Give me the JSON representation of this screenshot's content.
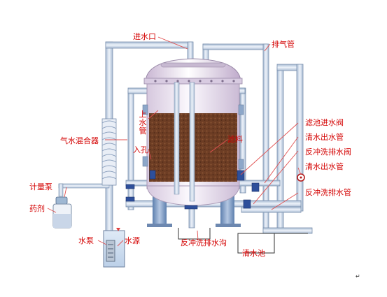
{
  "labels": {
    "inlet": "进水口",
    "vent_pipe": "排气管",
    "upper_pipe": "上水管",
    "mixer": "气水混合器",
    "filter_media": "滤料",
    "manhole": "入孔",
    "filter_inlet_valve": "滤池进水阀",
    "clean_outlet_pipe_1": "清水出水管",
    "backwash_drain_valve": "反冲洗排水阀",
    "clean_outlet_pipe_2": "清水出水管",
    "backwash_drain_pipe": "反冲洗排水管",
    "metering_pump": "计量泵",
    "chemical": "药剂",
    "water_pump": "水泵",
    "water_source": "水源",
    "backwash_ditch": "反冲洗排水沟",
    "clear_water_tank": "清水池"
  },
  "colors": {
    "pipe": "#c3d3e6",
    "pipe_edge": "#6f88a8",
    "tank_body": "#e6dcec",
    "media": "#6a3a22",
    "label": "#d40000",
    "leader": "#e05050"
  }
}
